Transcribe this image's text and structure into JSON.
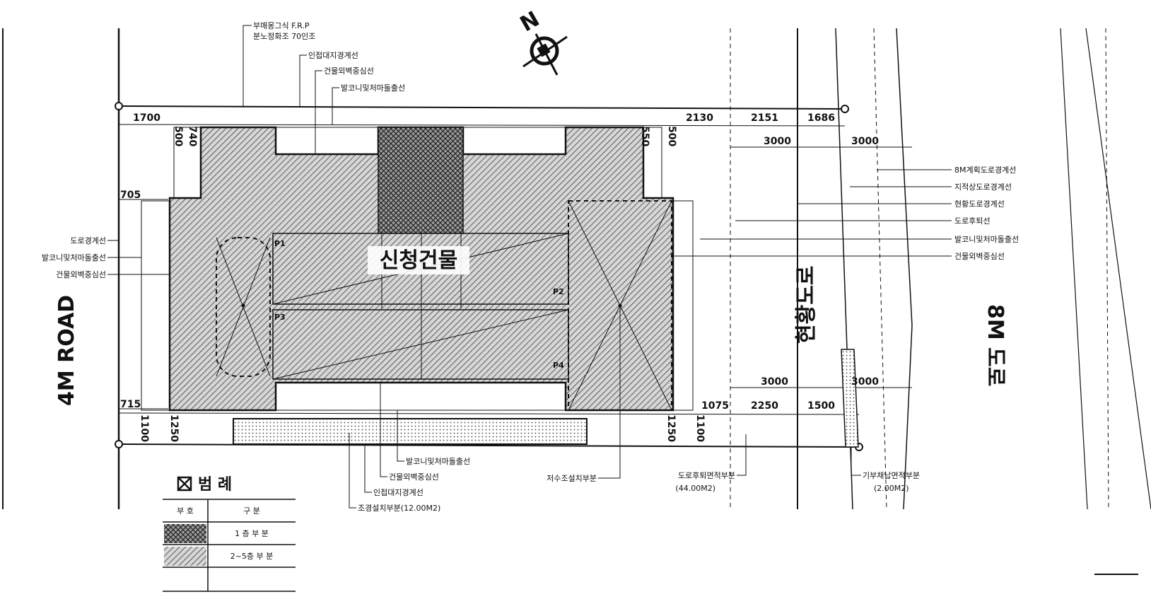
{
  "north": {
    "label": "N"
  },
  "top_notes": {
    "roof_note_line1": "부매몽그식 F.R.P",
    "roof_note_line2": "분노정화조 70인조",
    "adjacent_boundary": "인접대지경계선",
    "wall_centerline": "건물외벽중심선",
    "balcony_eave_line": "발코니및처마돌출선"
  },
  "top_dims": {
    "d1700": "1700",
    "d500": "500",
    "d740": "740",
    "d550": "550",
    "d500b": "500",
    "d2130": "2130",
    "d2151": "2151",
    "d1686": "1686",
    "d3000a": "3000",
    "d3000b": "3000"
  },
  "side_dims": {
    "d705": "705",
    "d715": "715"
  },
  "left_labels": {
    "road_boundary": "도로경계선",
    "balcony_eave": "발코니및처마돌출선",
    "wall_center": "건물외벽중심선"
  },
  "right_labels": {
    "planned_road": "8M계획도로경계선",
    "cadastral_road": "지적상도로경계선",
    "current_road": "현황도로경계선",
    "setback_line": "도로후퇴선",
    "balcony_eave": "발코니및처마돌출선",
    "wall_center": "건물외벽중심선"
  },
  "building": {
    "name": "신청건물",
    "p1": "P1",
    "p2": "P2",
    "p3": "P3",
    "p4": "P4"
  },
  "roads": {
    "left": "4M ROAD",
    "existing": "현황도로",
    "right": "8M 도로"
  },
  "bottom_dims": {
    "d1100": "1100",
    "d1250": "1250",
    "d1250b": "1250",
    "d1100b": "1100",
    "d1075": "1075",
    "d2250": "2250",
    "d1500": "1500",
    "d3000c": "3000",
    "d3000d": "3000"
  },
  "bottom_labels": {
    "balcony_eave": "발코니및처마돌출선",
    "wall_center": "건물외벽중심선",
    "adjacent_boundary": "인접대지경계선",
    "landscape_area": "조경설치부분(12.00M2)",
    "water_tank": "저수조설치부분",
    "setback_area_line1": "도로후퇴면적부분",
    "setback_area_line2": "(44.00M2)",
    "donation_area_line1": "기부채납면적부분",
    "donation_area_line2": "(2.00M2)"
  },
  "legend": {
    "title": "범  례",
    "col_symbol": "부  호",
    "col_part": "구    분",
    "row1": "1 층 부 분",
    "row2": "2~5층 부 분"
  }
}
